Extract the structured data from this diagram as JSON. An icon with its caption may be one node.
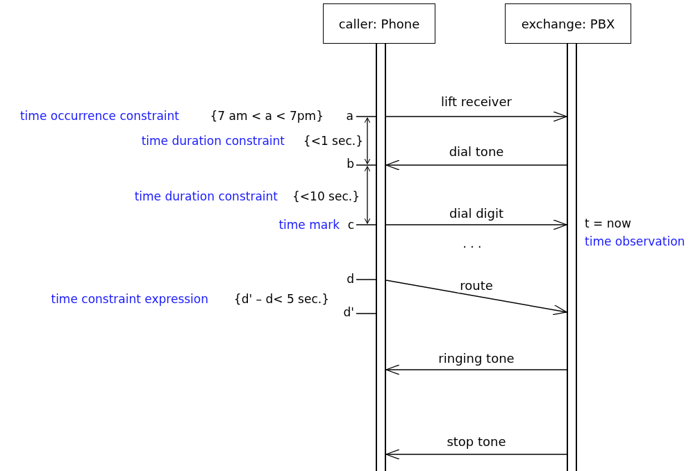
{
  "diagram": {
    "nodes": [
      {
        "text": [
          "caller: Phone"
        ]
      },
      {
        "text": [
          "exchange: PBX"
        ]
      },
      {
        "text": [],
        "shape": "bar"
      },
      {
        "text": [],
        "shape": "bar"
      }
    ],
    "edges": [
      {
        "from": 2,
        "to": 3,
        "arrow": "to",
        "label": "lift receiver"
      },
      {
        "from": 3,
        "to": 2,
        "arrow": "to",
        "label": "dial tone"
      },
      {
        "from": 2,
        "to": 3,
        "arrow": "to",
        "label": "dial digit"
      },
      {
        "from": 2,
        "to": 3,
        "arrow": "to",
        "label": "route"
      },
      {
        "from": 3,
        "to": 2,
        "arrow": "to",
        "label": "ringing tone"
      },
      {
        "from": 3,
        "to": 2,
        "arrow": "to",
        "label": "stop tone"
      }
    ],
    "labels": [
      "time occurrence constraint",
      "{7 am < a < 7pm}",
      "a",
      "time duration constraint",
      "{<1 sec.}",
      "b",
      "time duration constraint",
      "{<10 sec.}",
      "time mark",
      "c",
      "t = now",
      "time observation",
      ". . .",
      "d",
      "time constraint expression",
      "{d' – d< 5 sec.}",
      "d'"
    ]
  }
}
